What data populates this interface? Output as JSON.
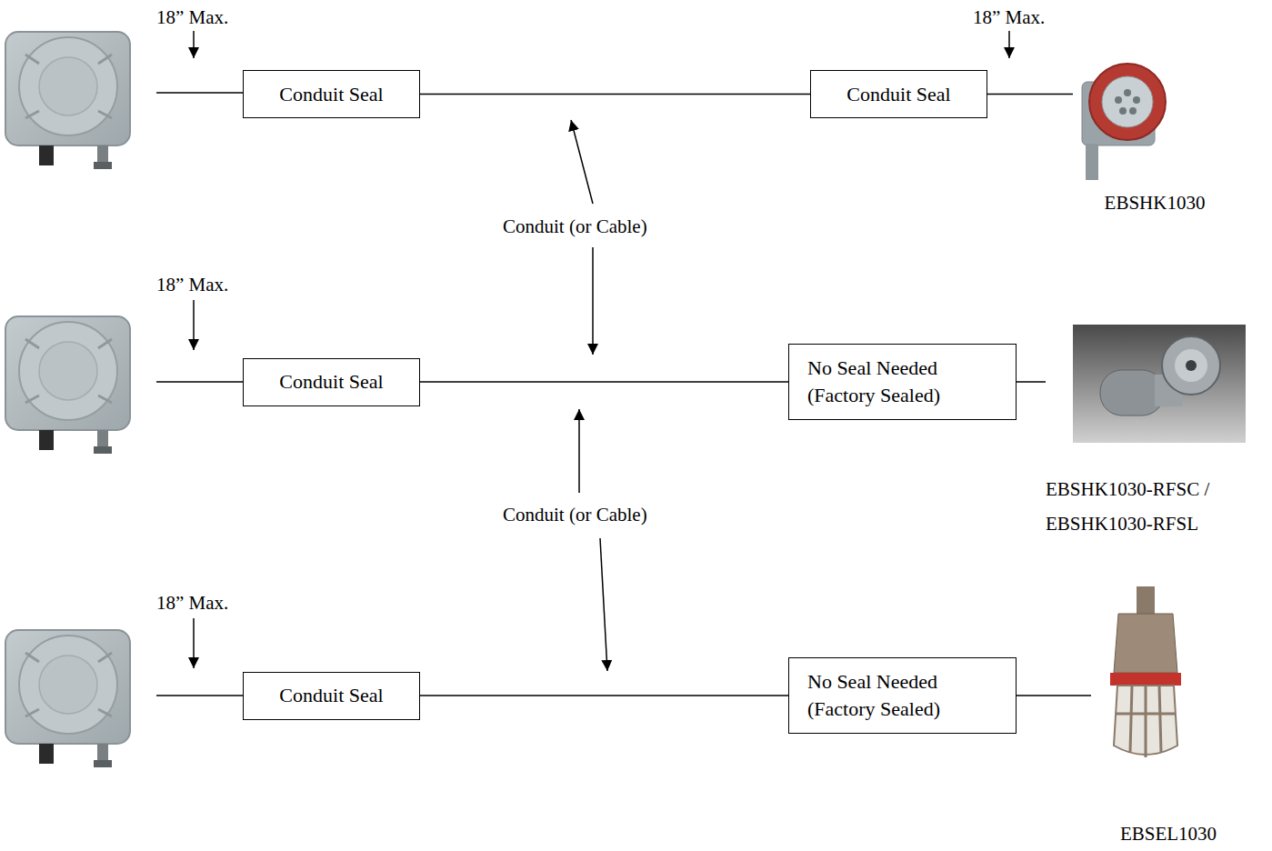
{
  "diagram": {
    "nodes": [
      {
        "text": [
          "Conduit Seal"
        ]
      },
      {
        "text": [
          "Conduit Seal"
        ]
      },
      {
        "text": [
          "EBSHK1030"
        ]
      },
      {
        "text": [
          "Conduit Seal"
        ]
      },
      {
        "text": [
          "No Seal Needed (Factory Sealed)"
        ]
      },
      {
        "text": [
          "EBSHK1030-RFSC / EBSHK1030-RFSL"
        ]
      },
      {
        "text": [
          "Conduit Seal"
        ]
      },
      {
        "text": [
          "No Seal Needed (Factory Sealed)"
        ]
      },
      {
        "text": [
          "EBSEL1030"
        ]
      }
    ],
    "edges": [
      {
        "from": 0,
        "to": 1,
        "arrow": "none"
      },
      {
        "from": 1,
        "to": 2,
        "arrow": "none"
      },
      {
        "from": 3,
        "to": 4,
        "arrow": "none"
      },
      {
        "from": 4,
        "to": 5,
        "arrow": "none"
      },
      {
        "from": 6,
        "to": 7,
        "arrow": "none"
      },
      {
        "from": 7,
        "to": 8,
        "arrow": "none"
      }
    ],
    "labels": [
      "18” Max.",
      "18” Max.",
      "Conduit (or Cable)",
      "18” Max.",
      "Conduit (or Cable)",
      "18” Max."
    ]
  }
}
